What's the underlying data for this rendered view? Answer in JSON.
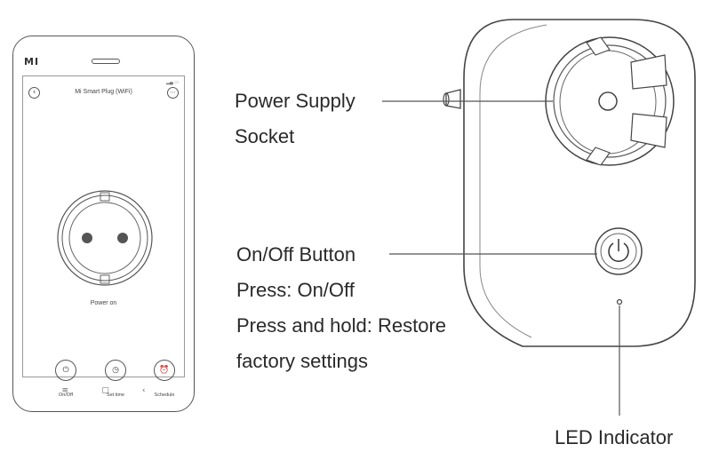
{
  "phone": {
    "brand": "MI",
    "app_title": "Mi Smart Plug (WiFi)",
    "power_status": "Power on",
    "controls": [
      {
        "label": "On/Off",
        "icon": "power-icon",
        "glyph": "⏻"
      },
      {
        "label": "Set time",
        "icon": "clock-icon",
        "glyph": "◷"
      },
      {
        "label": "Schedule",
        "icon": "alarm-icon",
        "glyph": "⏰"
      }
    ],
    "nav": {
      "menu": "≡",
      "home": "▢",
      "back": "‹"
    }
  },
  "callouts": {
    "power_supply": [
      "Power Supply",
      "Socket"
    ],
    "button": [
      "On/Off Button",
      "Press: On/Off",
      "Press and hold: Restore",
      "factory settings"
    ],
    "led": "LED Indicator"
  }
}
